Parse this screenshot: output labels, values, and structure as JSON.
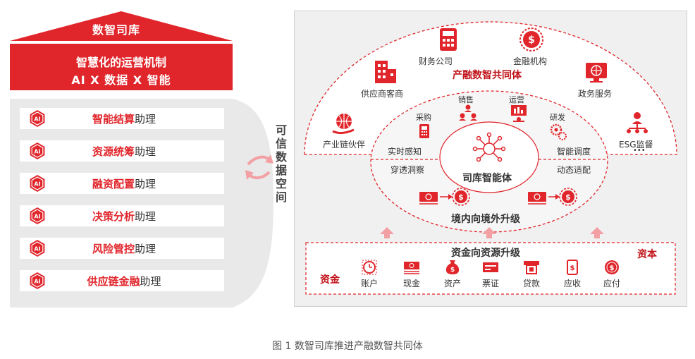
{
  "left": {
    "roof_title": "数智司库",
    "mechanism_line1": "智慧化的运营机制",
    "mechanism_line2": "AI X 数据 X 智能",
    "badge_text": "AI",
    "assistants": [
      {
        "red": "智能结算",
        "suffix": "助理"
      },
      {
        "red": "资源统筹",
        "suffix": "助理"
      },
      {
        "red": "融资配置",
        "suffix": "助理"
      },
      {
        "red": "决策分析",
        "suffix": "助理"
      },
      {
        "red": "风险管控",
        "suffix": "助理"
      },
      {
        "red": "供应链金融",
        "suffix": "助理"
      }
    ]
  },
  "middle": {
    "trusted_space": "可信数据空间"
  },
  "right": {
    "outer_title": "产融数智共同体",
    "outer_nodes": {
      "finance_company": "财务公司",
      "financial_institution": "金融机构",
      "suppliers": "供应商客商",
      "government": "政务服务",
      "chain_partners": "产业链伙伴",
      "esg": "ESG监督",
      "esg_more": "•••"
    },
    "inner_nodes": {
      "sales": "销售",
      "operations": "运营",
      "procurement": "采购",
      "rnd": "研发",
      "realtime_sense": "实时感知",
      "smart_dispatch": "智能调度",
      "penetration": "穿透洞察",
      "dynamic_adapt": "动态适配"
    },
    "core": "司库智能体",
    "upgrade": "境内向境外升级",
    "base": {
      "title": "资金向资源升级",
      "left": "资金",
      "right": "资本",
      "items": [
        "账户",
        "现金",
        "资产",
        "票证",
        "贷款",
        "应收",
        "应付"
      ]
    }
  },
  "caption": "图 1 数智司库推进产融数智共同体",
  "colors": {
    "red": "#e0252b",
    "grey": "#e9e9e9",
    "frame_bg": "#f0f0f0"
  }
}
